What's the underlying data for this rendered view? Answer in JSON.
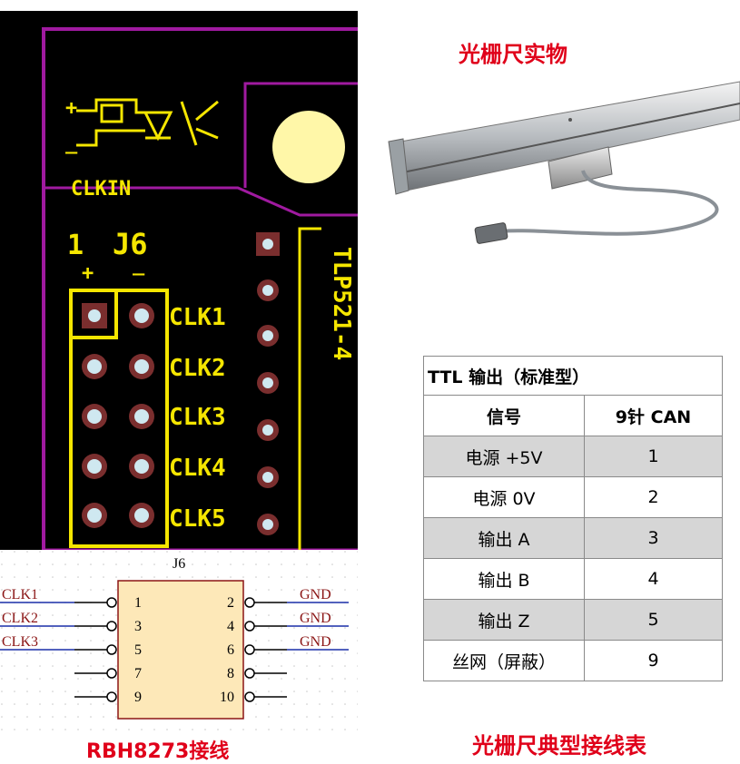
{
  "titles": {
    "photo": "光栅尺实物",
    "table": "光栅尺典型接线表",
    "schematic": "RBH8273接线"
  },
  "pcb": {
    "silk_icon_plus": "+",
    "silk_icon_minus": "_",
    "clkin": "CLKIN",
    "pin1": "1",
    "ref": "J6",
    "plus": "+",
    "minus": "_",
    "clk_labels": [
      "CLK1",
      "CLK2",
      "CLK3",
      "CLK4",
      "CLK5"
    ],
    "chip": "TLP521-4"
  },
  "schematic": {
    "ref": "J6",
    "left_pins": [
      "1",
      "3",
      "5",
      "7",
      "9"
    ],
    "right_pins": [
      "2",
      "4",
      "6",
      "8",
      "10"
    ],
    "left_nets": [
      "CLK1",
      "CLK2",
      "CLK3"
    ],
    "right_nets": [
      "GND",
      "GND",
      "GND"
    ]
  },
  "table": {
    "caption": "TTL 输出（标准型）",
    "headers": [
      "信号",
      "9针 CAN"
    ],
    "rows": [
      [
        "电源 +5V",
        "1"
      ],
      [
        "电源 0V",
        "2"
      ],
      [
        "输出 A",
        "3"
      ],
      [
        "输出 B",
        "4"
      ],
      [
        "输出 Z",
        "5"
      ],
      [
        "丝网（屏蔽）",
        "9"
      ]
    ]
  },
  "colors": {
    "title_red": "#e0001a",
    "pcb_bg": "#000000",
    "silk_yellow": "#f5e600",
    "board_outline": "#a01aa0",
    "sch_wire": "#1a2ea8",
    "sch_body": "#fde8b8",
    "sch_body_border": "#8b1515",
    "table_shade": "#d6d6d6"
  }
}
